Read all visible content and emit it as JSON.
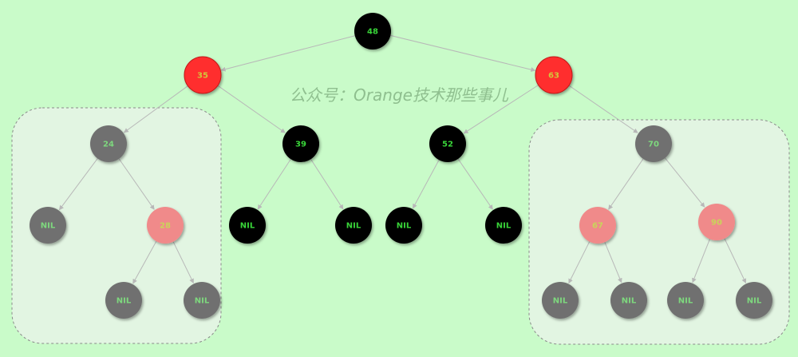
{
  "watermark": "公众号：Orange技术那些事儿",
  "colors": {
    "background": "#c9fbc9",
    "black_node": "#000000",
    "red_node": "#ff2f2f",
    "gray_node": "#707070",
    "pink_node": "#f08a8a",
    "green_text": "#39d439",
    "edge": "#b8b8b8",
    "group_box_fill": "#e2f5e2",
    "group_box_stroke": "#8a8a8a",
    "watermark": "#8fbf8f"
  },
  "tree": {
    "nodes": [
      {
        "id": "n48",
        "label": "48",
        "style": "black"
      },
      {
        "id": "n35",
        "label": "35",
        "style": "red"
      },
      {
        "id": "n63",
        "label": "63",
        "style": "red"
      },
      {
        "id": "n24",
        "label": "24",
        "style": "gray"
      },
      {
        "id": "n39",
        "label": "39",
        "style": "black"
      },
      {
        "id": "n52",
        "label": "52",
        "style": "black"
      },
      {
        "id": "n70",
        "label": "70",
        "style": "gray"
      },
      {
        "id": "nil1",
        "label": "NIL",
        "style": "gray"
      },
      {
        "id": "n28",
        "label": "28",
        "style": "pink"
      },
      {
        "id": "nil2",
        "label": "NIL",
        "style": "black"
      },
      {
        "id": "nil3",
        "label": "NIL",
        "style": "black"
      },
      {
        "id": "nil4",
        "label": "NIL",
        "style": "black"
      },
      {
        "id": "nil5",
        "label": "NIL",
        "style": "black"
      },
      {
        "id": "n67",
        "label": "67",
        "style": "pink"
      },
      {
        "id": "n90",
        "label": "90",
        "style": "pink"
      },
      {
        "id": "nil6",
        "label": "NIL",
        "style": "gray"
      },
      {
        "id": "nil7",
        "label": "NIL",
        "style": "gray"
      },
      {
        "id": "nil8",
        "label": "NIL",
        "style": "gray"
      },
      {
        "id": "nil9",
        "label": "NIL",
        "style": "gray"
      },
      {
        "id": "nil10",
        "label": "NIL",
        "style": "gray"
      },
      {
        "id": "nil11",
        "label": "NIL",
        "style": "gray"
      }
    ],
    "edges": [
      [
        "n48",
        "n35"
      ],
      [
        "n48",
        "n63"
      ],
      [
        "n35",
        "n24"
      ],
      [
        "n35",
        "n39"
      ],
      [
        "n63",
        "n52"
      ],
      [
        "n63",
        "n70"
      ],
      [
        "n24",
        "nil1"
      ],
      [
        "n24",
        "n28"
      ],
      [
        "n28",
        "nil6"
      ],
      [
        "n28",
        "nil7"
      ],
      [
        "n39",
        "nil2"
      ],
      [
        "n39",
        "nil3"
      ],
      [
        "n52",
        "nil4"
      ],
      [
        "n52",
        "nil5"
      ],
      [
        "n70",
        "n67"
      ],
      [
        "n70",
        "n90"
      ],
      [
        "n67",
        "nil8"
      ],
      [
        "n67",
        "nil9"
      ],
      [
        "n90",
        "nil10"
      ],
      [
        "n90",
        "nil11"
      ]
    ]
  }
}
